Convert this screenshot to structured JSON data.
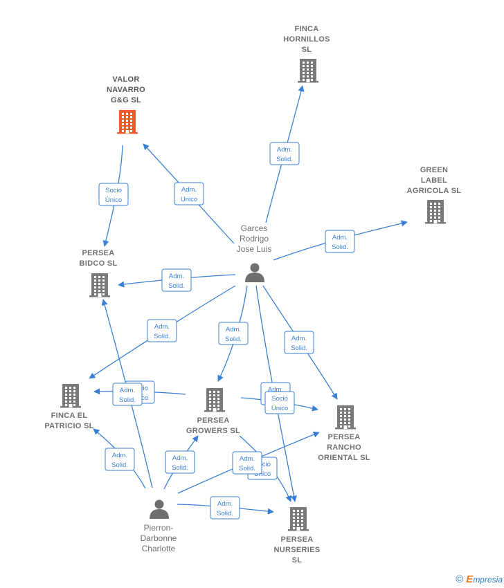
{
  "colors": {
    "edge": "#3a7fd5",
    "company": "#7a7a7a",
    "highlight": "#f05a28",
    "person": "#6f6f6f"
  },
  "companies": [
    {
      "id": "hornillos",
      "lines": [
        "FINCA",
        "HORNILLOS",
        "SL"
      ],
      "icon": "building-icon"
    },
    {
      "id": "valor",
      "lines": [
        "VALOR",
        "NAVARRO",
        "G&G  SL"
      ],
      "icon": "building-icon",
      "highlight": true
    },
    {
      "id": "green",
      "lines": [
        "GREEN",
        "LABEL",
        "AGRICOLA  SL"
      ],
      "icon": "building-icon"
    },
    {
      "id": "bidco",
      "lines": [
        "PERSEA",
        "BIDCO  SL"
      ],
      "icon": "building-icon"
    },
    {
      "id": "patricio",
      "lines": [
        "FINCA EL",
        "PATRICIO  SL"
      ],
      "icon": "building-icon"
    },
    {
      "id": "growers",
      "lines": [
        "PERSEA",
        "GROWERS  SL"
      ],
      "icon": "building-icon"
    },
    {
      "id": "rancho",
      "lines": [
        "PERSEA",
        "RANCHO",
        "ORIENTAL  SL"
      ],
      "icon": "building-icon"
    },
    {
      "id": "nurseries",
      "lines": [
        "PERSEA",
        "NURSERIES",
        "SL"
      ],
      "icon": "building-icon"
    }
  ],
  "persons": [
    {
      "id": "garces",
      "lines": [
        "Garces",
        "Rodrigo",
        "Jose Luis"
      ],
      "icon": "person-icon"
    },
    {
      "id": "pierron",
      "lines": [
        "Pierron-",
        "Darbonne",
        "Charlotte"
      ],
      "icon": "person-icon"
    }
  ],
  "relations": [
    {
      "id": "garces-hornillos",
      "lines": [
        "Adm.",
        "Solid."
      ]
    },
    {
      "id": "garces-valor",
      "lines": [
        "Adm.",
        "Unico"
      ]
    },
    {
      "id": "valor-bidco",
      "lines": [
        "Socio",
        "Único"
      ]
    },
    {
      "id": "garces-green",
      "lines": [
        "Adm.",
        "Solid."
      ]
    },
    {
      "id": "garces-bidco",
      "lines": [
        "Adm.",
        "Solid."
      ]
    },
    {
      "id": "garces-patricio",
      "lines": [
        "Adm.",
        "Solid."
      ]
    },
    {
      "id": "garces-growers",
      "lines": [
        "Adm.",
        "Solid."
      ]
    },
    {
      "id": "garces-rancho",
      "lines": [
        "Adm.",
        "Solid."
      ]
    },
    {
      "id": "growers-patricio",
      "lines": [
        "Socio",
        "Único"
      ]
    },
    {
      "id": "pierron-bidco",
      "lines": [
        "Adm.",
        "Solid."
      ]
    },
    {
      "id": "growers-rancho",
      "lines": [
        "Adm.",
        "Solid."
      ]
    },
    {
      "id": "garces-nurseries",
      "lines": [
        "Socio",
        "Único"
      ]
    },
    {
      "id": "pierron-patricio",
      "lines": [
        "Adm.",
        "Solid."
      ]
    },
    {
      "id": "pierron-growers",
      "lines": [
        "Adm.",
        "Solid."
      ]
    },
    {
      "id": "growers-nurseries",
      "lines": [
        "Socio",
        "Único"
      ]
    },
    {
      "id": "pierron-rancho",
      "lines": [
        "Adm.",
        "Solid."
      ]
    },
    {
      "id": "pierron-nurseries",
      "lines": [
        "Adm.",
        "Solid."
      ]
    }
  ],
  "footer": {
    "copyright": "©",
    "brand_initial": "E",
    "brand_rest": "mpresia"
  }
}
